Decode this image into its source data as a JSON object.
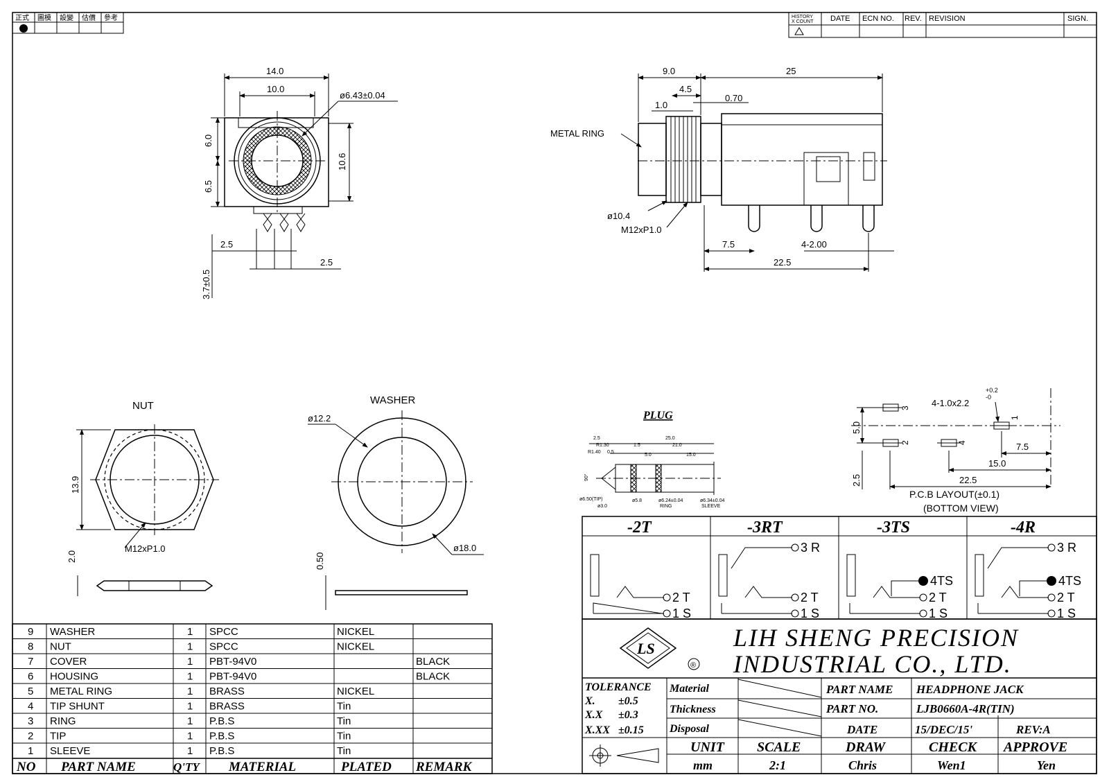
{
  "stamp": {
    "headers": [
      "正式",
      "圖模",
      "設變",
      "估價",
      "參考"
    ]
  },
  "history": {
    "history_label": "HISTORY",
    "count_label": "X COUNT",
    "date": "DATE",
    "ecn": "ECN NO.",
    "rev": "REV.",
    "revision": "REVISION",
    "sign": "SIGN."
  },
  "front_view": {
    "d_14": "14.0",
    "d_10": "10.0",
    "d_dia": "ø6.43±0.04",
    "d_6": "6.0",
    "d_65": "6.5",
    "d_106": "10.6",
    "d_25a": "2.5",
    "d_25b": "2.5",
    "d_37": "3.7±0.5"
  },
  "side_view": {
    "d_9": "9.0",
    "d_25": "25",
    "d_45": "4.5",
    "d_1": "1.0",
    "d_07": "0.70",
    "metal_ring": "METAL RING",
    "d_104": "ø10.4",
    "d_m12": "M12xP1.0",
    "d_75": "7.5",
    "d_4x2": "4-2.00",
    "d_225": "22.5"
  },
  "nut": {
    "title": "NUT",
    "d_139": "13.9",
    "d_m12": "M12xP1.0",
    "d_2": "2.0"
  },
  "washer": {
    "title": "WASHER",
    "d_122": "ø12.2",
    "d_18": "ø18.0",
    "d_05": "0.50"
  },
  "plug": {
    "title": "PLUG",
    "l_25": "2.5",
    "l_250": "25.0",
    "l_r130": "R1.30",
    "l_r140": "R1.40",
    "l_05": "0.5",
    "l_15": "1.5",
    "l_210": "21.0",
    "l_50": "5.0",
    "l_150": "15.0",
    "l_90": "90°",
    "l_tip": "ø6.50(TIP)",
    "l_30": "ø3.0",
    "l_58": "ø5.8",
    "l_624": "ø6.24±0.04",
    "l_ring": "RING",
    "l_634": "ø6.34±0.04",
    "l_sleeve": "SLEEVE"
  },
  "pcb": {
    "holes": "4-1.0x2.2",
    "tol_plus": "+0.2",
    "tol_minus": "-0",
    "d_50": "5.0",
    "d_25": "2.5",
    "d_75": "7.5",
    "d_15": "15.0",
    "d_225": "22.5",
    "p1": "1",
    "p2": "2",
    "p3": "3",
    "p4": "4",
    "label": "P.C.B LAYOUT(±0.1)",
    "view": "(BOTTOM VIEW)"
  },
  "variants": [
    {
      "name": "-2T",
      "pins": [
        "2 T",
        "1 S"
      ]
    },
    {
      "name": "-3RT",
      "pins": [
        "3 R",
        "2 T",
        "1 S"
      ]
    },
    {
      "name": "-3TS",
      "pins": [
        "4TS",
        "2 T",
        "1 S"
      ]
    },
    {
      "name": "-4R",
      "pins": [
        "3 R",
        "4TS",
        "2 T",
        "1 S"
      ]
    }
  ],
  "company": {
    "line1": "LIH SHENG PRECISION",
    "line2": "INDUSTRIAL CO., LTD.",
    "reg": "®",
    "logo": "LS"
  },
  "title_block": {
    "tolerance": "TOLERANCE",
    "tol_x": "X.",
    "tol_x_val": "±0.5",
    "tol_xx": "X.X",
    "tol_xx_val": "±0.3",
    "tol_xxx": "X.XX",
    "tol_xxx_val": "±0.15",
    "material": "Material",
    "thickness": "Thickness",
    "disposal": "Disposal",
    "part_name_label": "PART NAME",
    "part_name": "HEADPHONE JACK",
    "part_no_label": "PART NO.",
    "part_no": "LJB0660A-4R(TIN)",
    "date_label": "DATE",
    "date": "15/DEC/15'",
    "rev": "REV:A",
    "unit_label": "UNIT",
    "unit": "mm",
    "scale_label": "SCALE",
    "scale": "2:1",
    "draw_label": "DRAW",
    "draw": "Chris",
    "check_label": "CHECK",
    "check": "Wen1",
    "approve_label": "APPROVE",
    "approve": "Yen"
  },
  "bom": {
    "headers": [
      "NO",
      "PART NAME",
      "Q'TY",
      "MATERIAL",
      "PLATED",
      "REMARK"
    ],
    "rows": [
      [
        "9",
        "WASHER",
        "1",
        "SPCC",
        "NICKEL",
        ""
      ],
      [
        "8",
        "NUT",
        "1",
        "SPCC",
        "NICKEL",
        ""
      ],
      [
        "7",
        "COVER",
        "1",
        "PBT-94V0",
        "",
        "BLACK"
      ],
      [
        "6",
        "HOUSING",
        "1",
        "PBT-94V0",
        "",
        "BLACK"
      ],
      [
        "5",
        "METAL RING",
        "1",
        "BRASS",
        "NICKEL",
        ""
      ],
      [
        "4",
        "TIP SHUNT",
        "1",
        "BRASS",
        "Tin",
        ""
      ],
      [
        "3",
        "RING",
        "1",
        "P.B.S",
        "Tin",
        ""
      ],
      [
        "2",
        "TIP",
        "1",
        "P.B.S",
        "Tin",
        ""
      ],
      [
        "1",
        "SLEEVE",
        "1",
        "P.B.S",
        "Tin",
        ""
      ]
    ]
  }
}
